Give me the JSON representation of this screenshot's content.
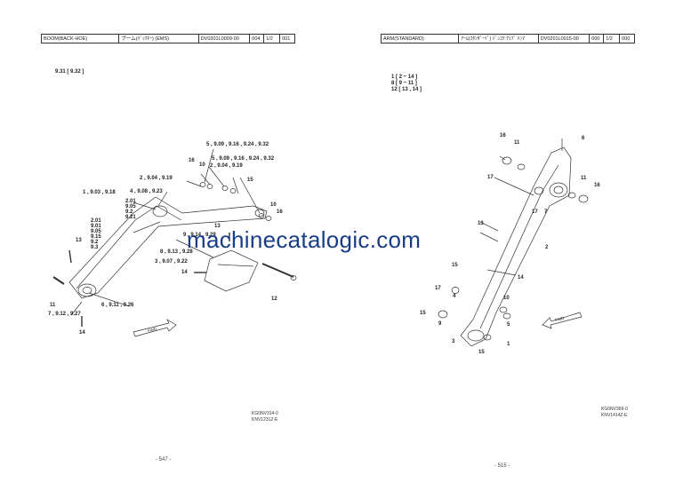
{
  "left_page": {
    "header": {
      "section": "BOOM(BACK-HOE)",
      "name_jp": "ブーム(ﾊﾞｯｸﾎｰ) (EMS)",
      "drawing_no": "DV0301L0009-00",
      "rev": "004",
      "sheet": "1/2",
      "seq": "001"
    },
    "ref_label": "9.31 [ 9.32 ]",
    "callouts": [
      "5 , 9.09 , 9.16 , 9.24 , 9.32",
      "16",
      "10",
      "5 , 9.09 , 9.16 , 9.24 , 9.32",
      "2 , 9.04 , 9.19",
      "2 , 9.04 , 9.19",
      "15",
      "1 , 9.03 , 9.18",
      "4 , 9.08 , 9.23",
      "10",
      "16",
      "2.01",
      "9.05",
      "9.2",
      "9.21",
      "2.01",
      "9.01",
      "9.05",
      "9.15",
      "9.2",
      "9.3",
      "13",
      "9 , 9.14 , 9.29",
      "13",
      "8 , 9.13 , 9.28",
      "3 , 9.07 , 9.22",
      "14",
      "12",
      "11",
      "6 , 9.11 , 9.26",
      "7 , 9.12 , 9.27",
      "14"
    ],
    "fwd_label": "FWD",
    "code1": "KG0NV314-0",
    "code2": "KNV1231Z-E",
    "page_no": "- 547 -"
  },
  "right_page": {
    "header": {
      "section": "ARM(STANDARD)",
      "name_jp": "ｱｰﾑ(ｽﾀﾝﾀﾞｰﾄﾞ) ﾃﾞﾝｺﾂ ｸﾗﾌﾞ ﾊﾝﾏ",
      "drawing_no": "DV0201L0015-00",
      "rev": "000",
      "sheet": "1/2",
      "seq": "000"
    },
    "ref_lines": [
      "1 [ 2 ~ 14 ]",
      "8 [ 9 ~ 11 ]",
      "12 [ 13 , 14 ]"
    ],
    "callouts": [
      "16",
      "11",
      "6",
      "17",
      "11",
      "16",
      "17",
      "7",
      "13",
      "2",
      "15",
      "14",
      "17",
      "4",
      "10",
      "9",
      "5",
      "15",
      "3",
      "15",
      "1"
    ],
    "fwd_label": "FWD",
    "code1": "KG0NV369-0",
    "code2": "KNV1414Z-E",
    "page_no": "- 515 -"
  },
  "watermark": "machinecatalogic.com"
}
